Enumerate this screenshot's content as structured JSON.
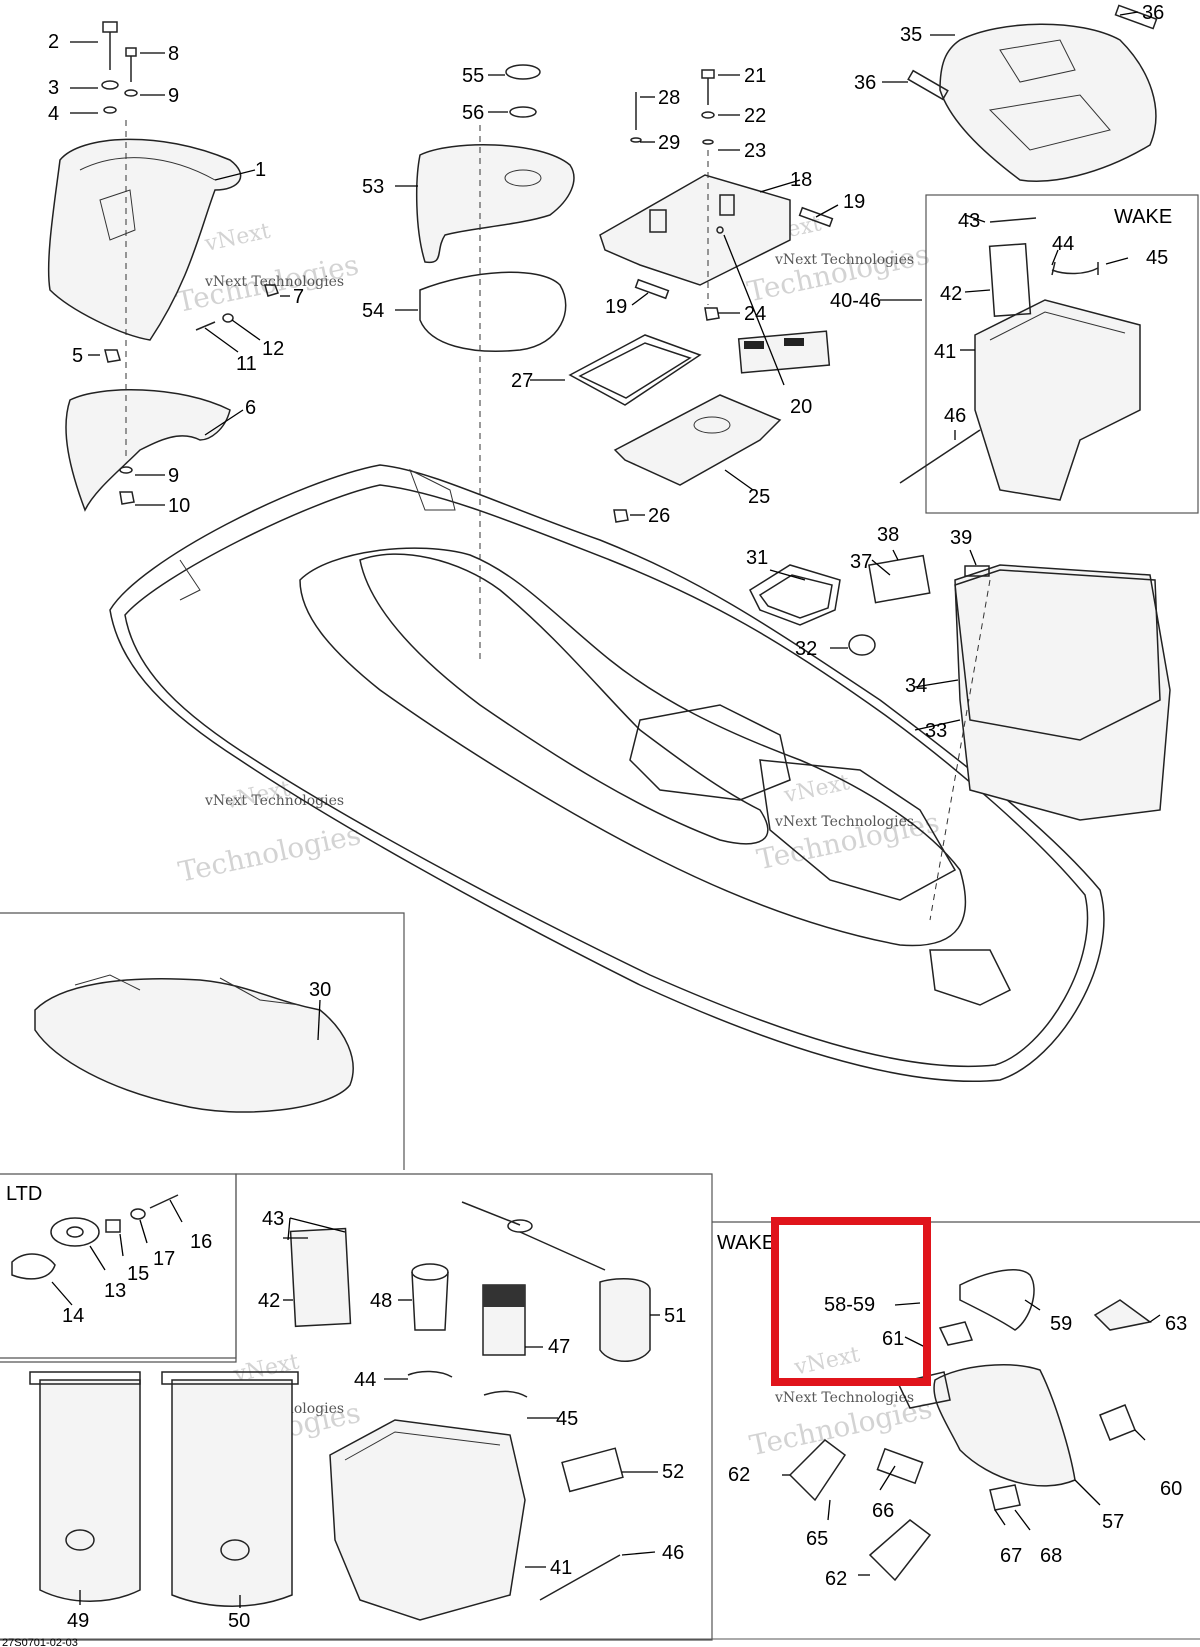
{
  "figure_id": "27S0701-02-03",
  "section_labels": {
    "wake_top": "WAKE",
    "ltd": "LTD",
    "wake_bottom": "WAKE"
  },
  "watermark": {
    "line1": "vNext Technologies",
    "line2": "Technologies",
    "line3": "vNext"
  },
  "callouts": {
    "p1": "1",
    "p2": "2",
    "p3": "3",
    "p4": "4",
    "p5": "5",
    "p6": "6",
    "p7": "7",
    "p8": "8",
    "p9a": "9",
    "p9b": "9",
    "p10": "10",
    "p11": "11",
    "p12": "12",
    "p13": "13",
    "p14": "14",
    "p15": "15",
    "p16": "16",
    "p17": "17",
    "p18": "18",
    "p19a": "19",
    "p19b": "19",
    "p20": "20",
    "p21": "21",
    "p22": "22",
    "p23": "23",
    "p24": "24",
    "p25": "25",
    "p26": "26",
    "p27": "27",
    "p28": "28",
    "p29": "29",
    "p30": "30",
    "p31": "31",
    "p32": "32",
    "p33": "33",
    "p34": "34",
    "p35": "35",
    "p36a": "36",
    "p36b": "36",
    "p37": "37",
    "p38": "38",
    "p39": "39",
    "p40_46": "40-46",
    "p41a": "41",
    "p41b": "41",
    "p42a": "42",
    "p42b": "42",
    "p43a": "43",
    "p43b": "43",
    "p44a": "44",
    "p44b": "44",
    "p45a": "45",
    "p45b": "45",
    "p46a": "46",
    "p46b": "46",
    "p47": "47",
    "p48": "48",
    "p49": "49",
    "p50": "50",
    "p51": "51",
    "p52": "52",
    "p53": "53",
    "p54": "54",
    "p55": "55",
    "p56": "56",
    "p57": "57",
    "p58_59": "58-59",
    "p59": "59",
    "p60": "60",
    "p61": "61",
    "p62a": "62",
    "p62b": "62",
    "p63": "63",
    "p65": "65",
    "p66": "66",
    "p67": "67",
    "p68": "68"
  },
  "highlight_color": "#e0141b"
}
